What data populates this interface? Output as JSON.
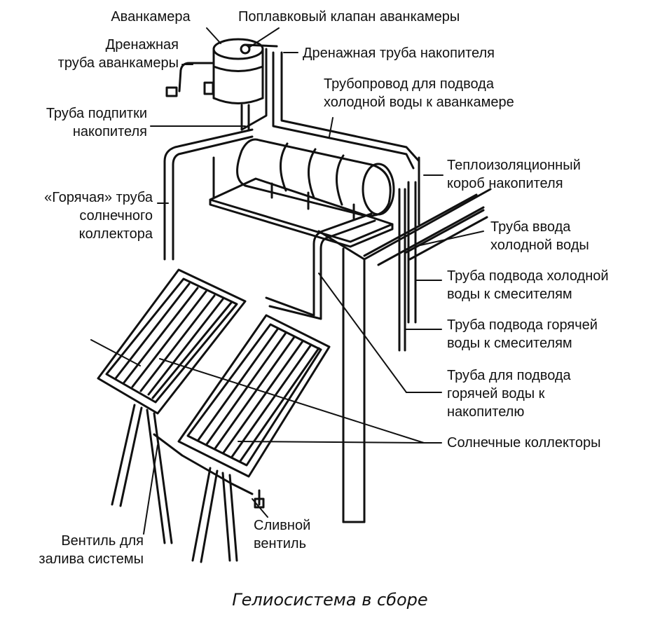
{
  "labels": {
    "forechamber": "Аванкамера",
    "float_valve": "Поплавковый клапан аванкамеры",
    "drain_forechamber_1": "Дренажная",
    "drain_forechamber_2": "труба аванкамеры",
    "drain_tank": "Дренажная труба накопителя",
    "cold_supply_forechamber_1": "Трубопровод для подвода",
    "cold_supply_forechamber_2": "холодной воды к аванкамере",
    "makeup_pipe_1": "Труба подпитки",
    "makeup_pipe_2": "накопителя",
    "insulated_box_1": "Теплоизоляционный",
    "insulated_box_2": "короб накопителя",
    "hot_collector_pipe_1": "«Горячая» труба",
    "hot_collector_pipe_2": "солнечного",
    "hot_collector_pipe_3": "коллектора",
    "cold_inlet_1": "Труба ввода",
    "cold_inlet_2": "холодной воды",
    "cold_to_mixers_1": "Труба подвода холодной",
    "cold_to_mixers_2": "воды к смесителям",
    "hot_to_mixers_1": "Труба подвода горячей",
    "hot_to_mixers_2": "воды к смесителям",
    "hot_to_tank_1": "Труба для подвода",
    "hot_to_tank_2": "горячей воды к",
    "hot_to_tank_3": "накопителю",
    "solar_collectors": "Солнечные коллекторы",
    "fill_valve_1": "Вентиль для",
    "fill_valve_2": "залива системы",
    "drain_valve_1": "Сливной",
    "drain_valve_2": "вентиль"
  },
  "caption": "Гелиосистема в сборе"
}
